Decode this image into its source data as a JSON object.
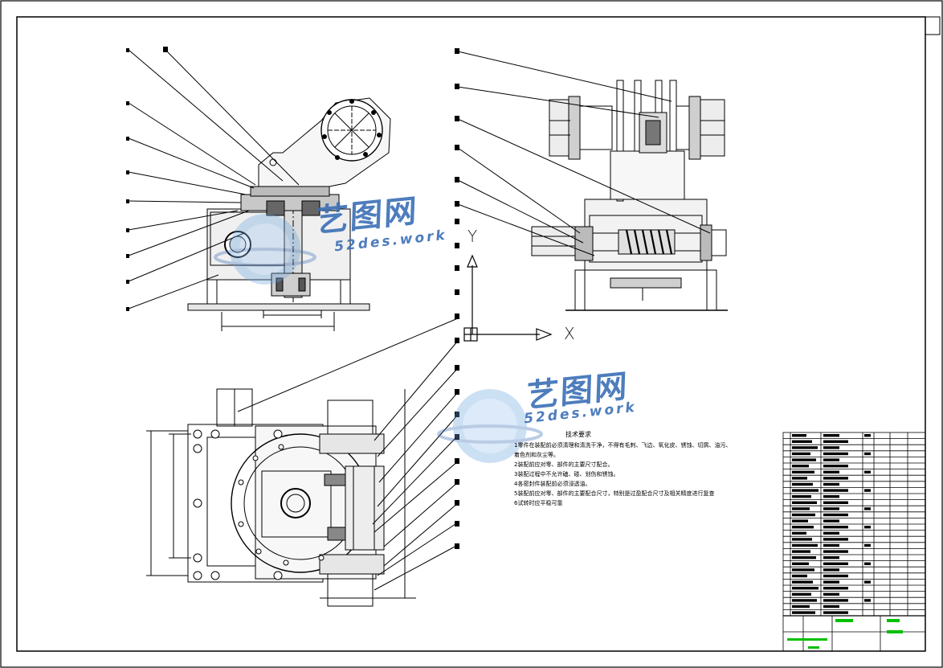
{
  "watermark": {
    "brand_cn": "艺图网",
    "brand_en": "52des.work",
    "color": "#3b6fb6"
  },
  "axes": {
    "x_label": "X",
    "y_label": "Y"
  },
  "technical_requirements": {
    "title": "技术要求",
    "items": [
      "1零件在装配前必须清理和清洗干净，不得有毛刺、飞边、氧化皮、锈蚀、切屑、油污、",
      "着色剂和灰尘等。",
      "2装配前应对零、部件的主要尺寸配合。",
      "3装配过程中不允许磕、碰、划伤和锈蚀。",
      "4各密封件装配前必须浸透油。",
      "5装配前应对零、部件的主要配合尺寸，特别是过盈配合尺寸及相关精度进行复查",
      "6试转时应平稳可靠"
    ]
  },
  "colors": {
    "line": "#000000",
    "title_block_accent": "#00c000"
  }
}
